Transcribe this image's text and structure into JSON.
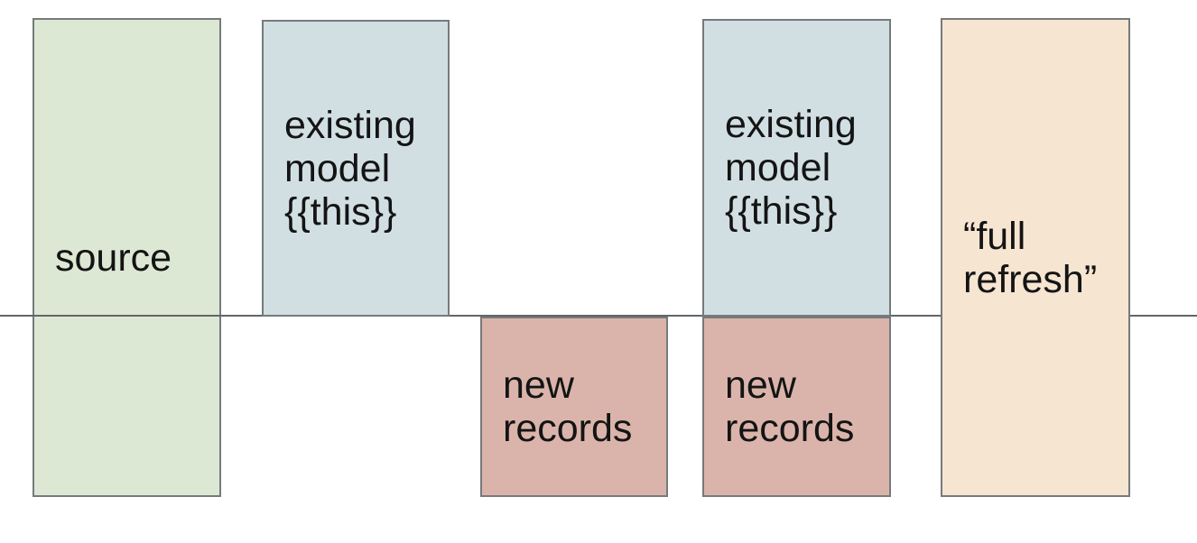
{
  "canvas": {
    "background": "#ffffff"
  },
  "divider": {
    "color": "#626569"
  },
  "border_color": "#767a7c",
  "text_color": "#141414",
  "boxes": [
    {
      "name": "source",
      "fill": "#dce8d4",
      "lines": [
        "source"
      ]
    },
    {
      "name": "existing-model-1",
      "fill": "#d1dfe3",
      "lines": [
        "existing",
        "model",
        "{{this}}"
      ]
    },
    {
      "name": "new-records-1",
      "fill": "#dab4ab",
      "lines": [
        "new",
        "records"
      ]
    },
    {
      "name": "existing-model-2",
      "fill": "#d1dfe3",
      "lines": [
        "existing",
        "model",
        "{{this}}"
      ]
    },
    {
      "name": "new-records-2",
      "fill": "#dab4ab",
      "lines": [
        "new",
        "records"
      ]
    },
    {
      "name": "full-refresh",
      "fill": "#f6e5d0",
      "lines": [
        "“full",
        "refresh”"
      ]
    }
  ]
}
